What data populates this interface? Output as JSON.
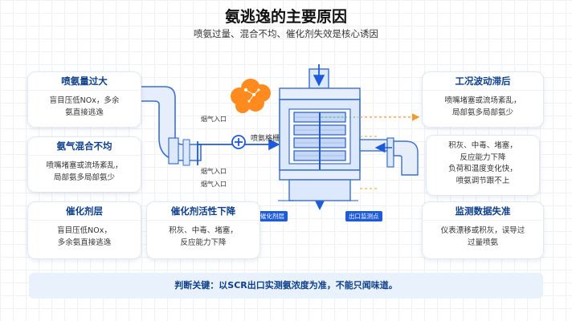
{
  "title": "氨逃逸的主要原因",
  "subtitle": "喷氨过量、混合不均、催化剂失效是核心诱因",
  "cards": {
    "ammonia_excess": {
      "title": "喷氨量过大",
      "lines": [
        "盲目压低NOx，多余",
        "氨直接逃逸"
      ]
    },
    "mixing_uneven": {
      "title": "氨气混合不均",
      "lines": [
        "喷嘴堵塞或流场紊乱，",
        "局部氨多局部氨少"
      ]
    },
    "catalyst_layer": {
      "title": "催化剂层",
      "lines": [
        "盲目压低NOx，",
        "多余氨直接逃逸"
      ]
    },
    "catalyst_activity": {
      "title": "催化剂活性下降",
      "lines": [
        "积灰、中毒、堵塞，",
        "反应能力下降"
      ]
    },
    "condition_lag": {
      "title": "工况波动滞后",
      "lines": [
        "喷嘴堵塞或流场紊乱，",
        "局部氨多局部氨少"
      ]
    },
    "mid_right": {
      "lines": [
        "积灰、中毒、堵塞，",
        "反应能力下降",
        "负荷和温度变化快，",
        "喷氨调节跟不上"
      ]
    },
    "monitor_distortion": {
      "title": "监测数据失准",
      "lines": [
        "仪表漂移或积灰，误导过",
        "过量喷氨"
      ]
    }
  },
  "diagram": {
    "flue_inlet_1": "烟气入口",
    "flue_inlet_2": "烟气入口",
    "flue_inlet_3": "烟气入口",
    "ammonia_grid": "喷氨格栅",
    "catalyst_tag": "催化剂层",
    "outlet_tag": "出口监测点"
  },
  "bottom_note": "判断关键：以SCR出口实测氨浓度为准，不能只闻味道。",
  "colors": {
    "primary": "#1e5bd8",
    "pipe": "#3b6fd0",
    "pipe_light": "#dce8fb",
    "cloud": "#ff8a1e",
    "accent_dash": "#f39a2e"
  }
}
